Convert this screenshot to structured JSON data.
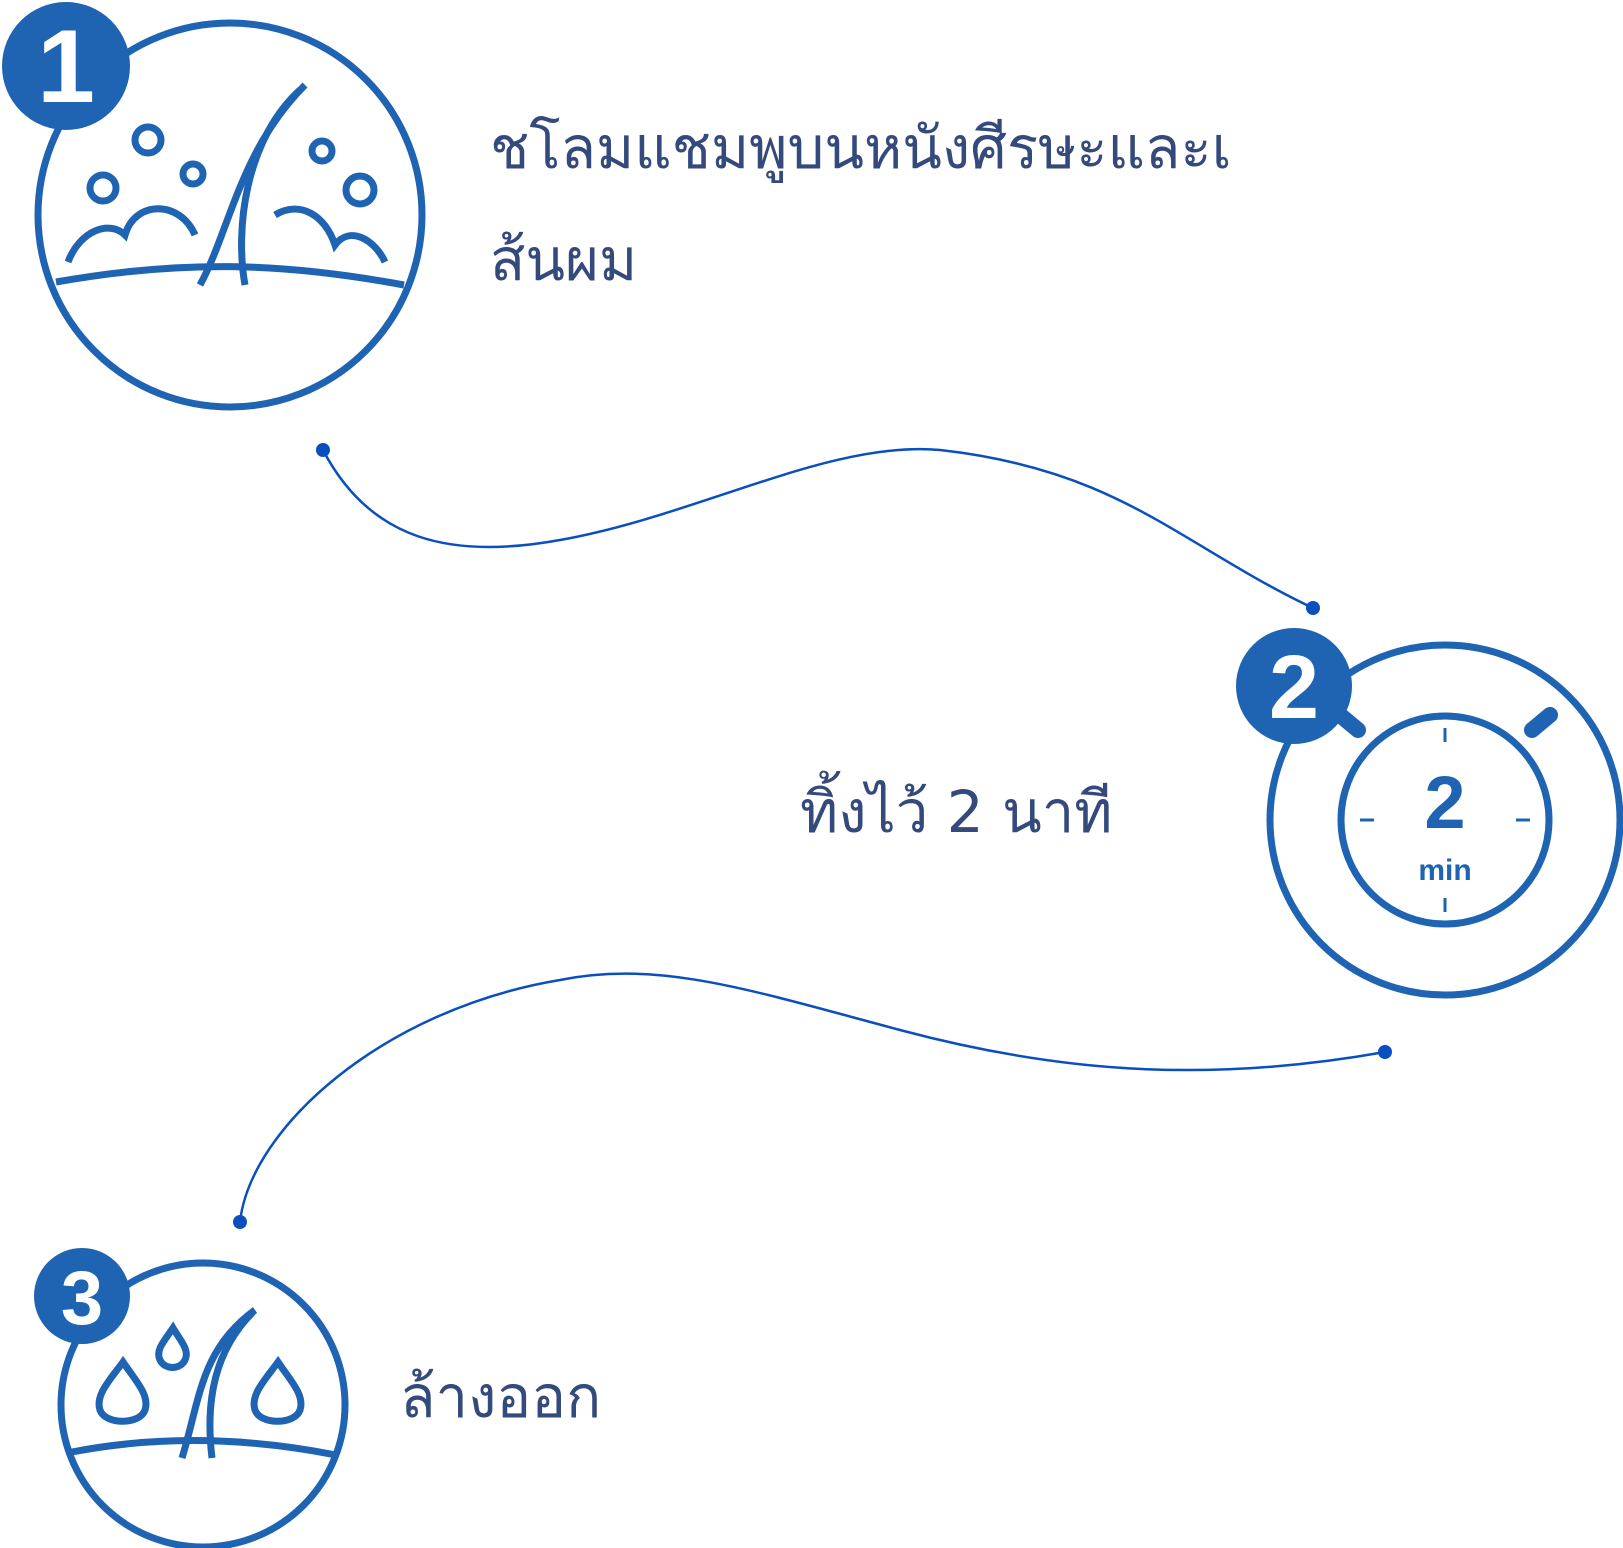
{
  "colors": {
    "icon": "#1f63b3",
    "text": "#344a7d",
    "connector": "#0a4fc0"
  },
  "steps": [
    {
      "number": "1",
      "text": "ชโลมแชมพูบนหนังศีรษะและเส้นผม",
      "line1": "ชโลมแชมพูบนหนังศีรษะและเ",
      "line2": "ส้นผม",
      "icon": "scalp-foam-icon"
    },
    {
      "number": "2",
      "text": "ทิ้งไว้ 2 นาที",
      "icon": "stopwatch-icon",
      "timer_value": "2",
      "timer_unit": "min"
    },
    {
      "number": "3",
      "text": "ล้างออก",
      "icon": "scalp-rinse-icon"
    }
  ]
}
